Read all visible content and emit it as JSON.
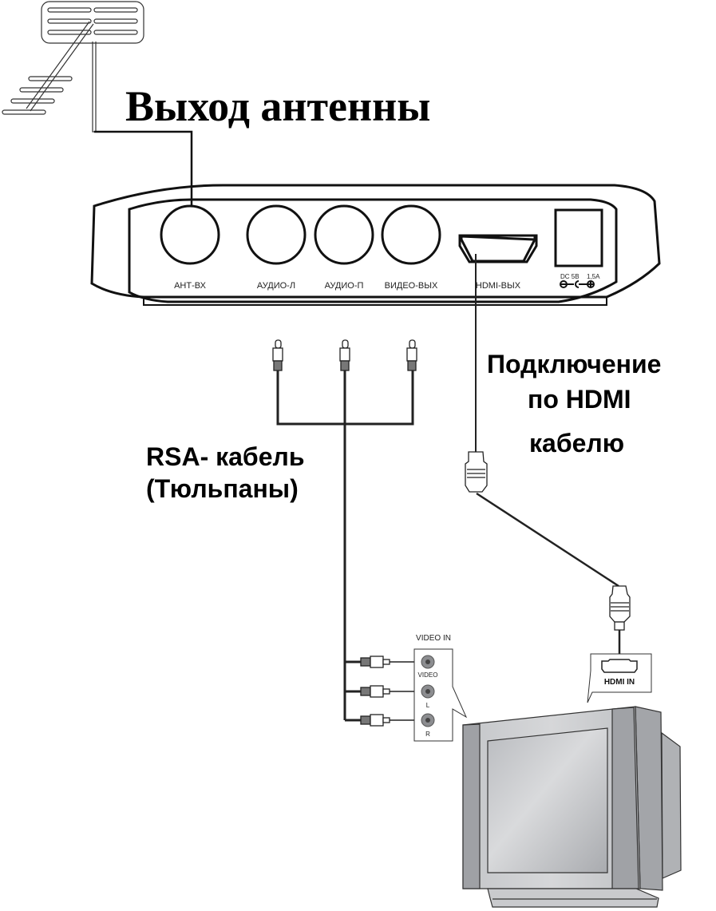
{
  "title": "Выход антенны",
  "receiver": {
    "ports": [
      {
        "id": "ant",
        "label": "АНТ-ВХ"
      },
      {
        "id": "audio-l",
        "label": "АУДИО-Л"
      },
      {
        "id": "audio-r",
        "label": "АУДИО-П"
      },
      {
        "id": "video-out",
        "label": "ВИДЕО-ВЫХ"
      },
      {
        "id": "hdmi-out",
        "label": "HDMI-ВЫХ"
      }
    ],
    "power": {
      "voltage": "DC 5В",
      "current": "1,5A"
    }
  },
  "captions": {
    "rca": [
      "RSA- кабель",
      "(Тюльпаны)"
    ],
    "hdmi": [
      "Подключение",
      "по HDMI",
      "кабелю"
    ]
  },
  "tv": {
    "video_in_title": "VIDEO IN",
    "video_in_ports": [
      "VIDEO",
      "L",
      "R"
    ],
    "hdmi_in_label": "HDMI IN"
  }
}
